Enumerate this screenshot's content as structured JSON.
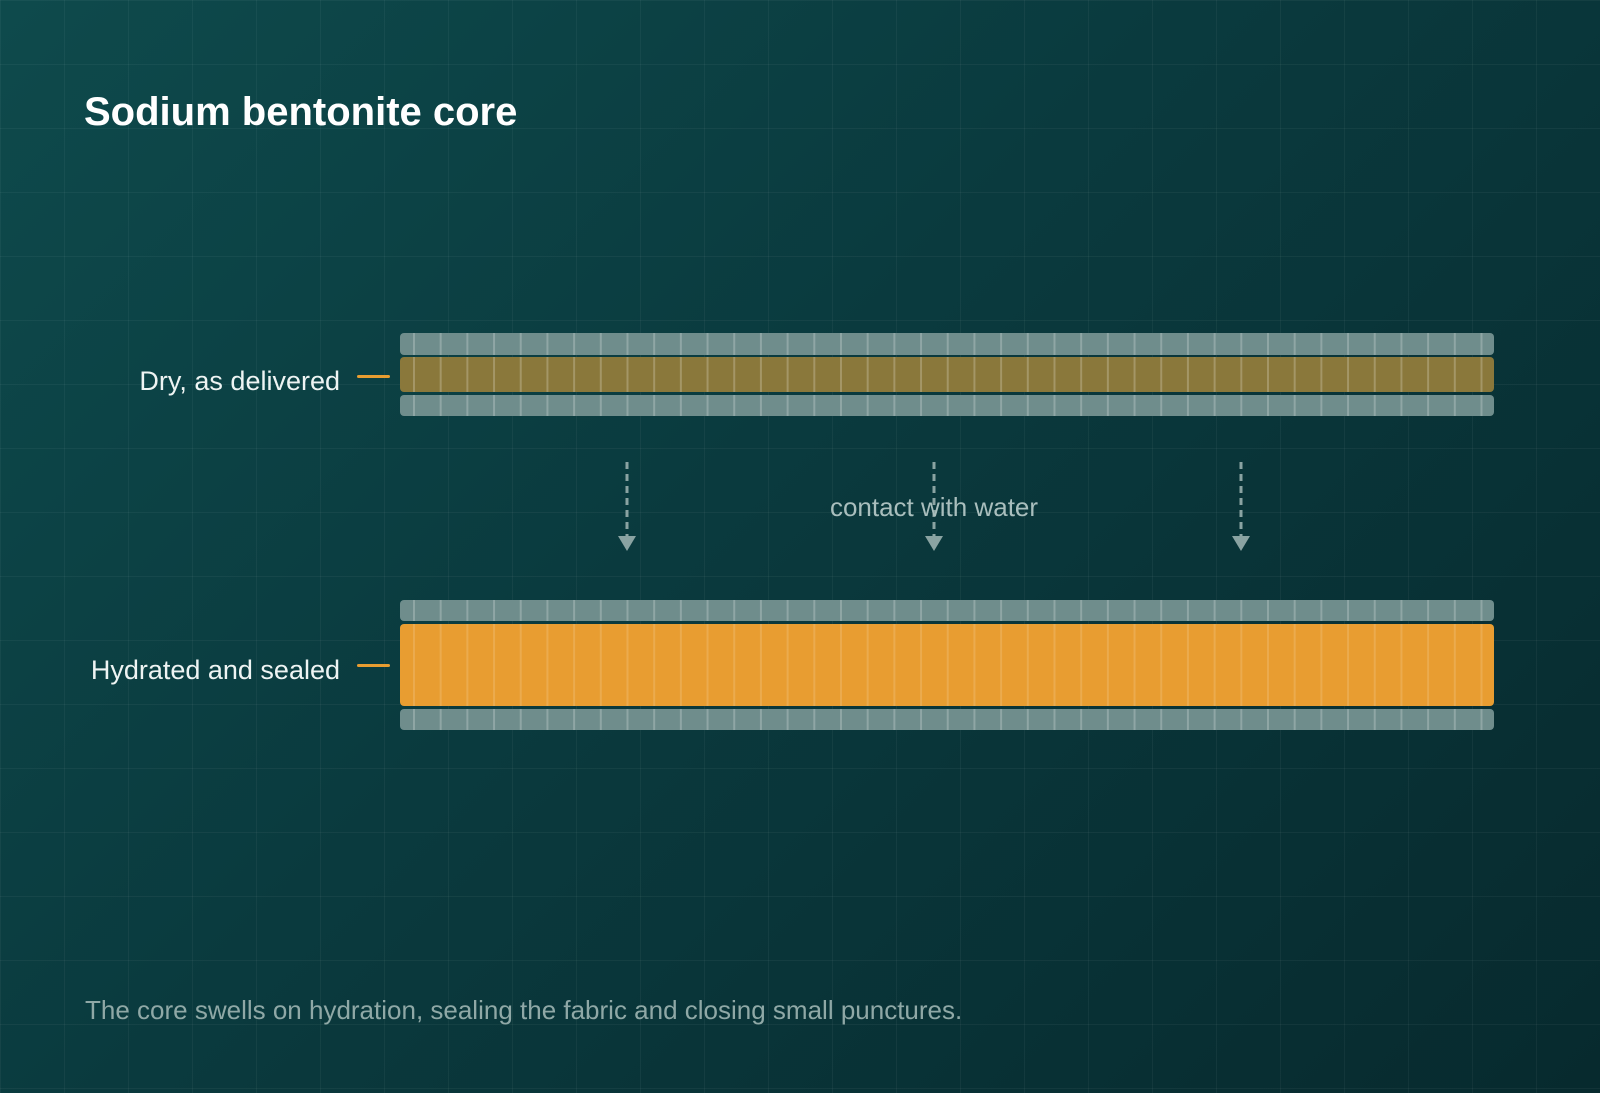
{
  "title": "Sodium bentonite core",
  "states": {
    "dry": {
      "label": "Dry, as delivered"
    },
    "hydrated": {
      "label": "Hydrated and sealed"
    }
  },
  "transition": {
    "label": "contact with water"
  },
  "caption": "The core swells on hydration, sealing the fabric and closing small punctures.",
  "colors": {
    "fabric": "#6f8d8c",
    "core_dry": "#8a783b",
    "core_hydrated": "#e89d31",
    "leader": "#e89d31",
    "arrow": "#8aa3a2"
  }
}
